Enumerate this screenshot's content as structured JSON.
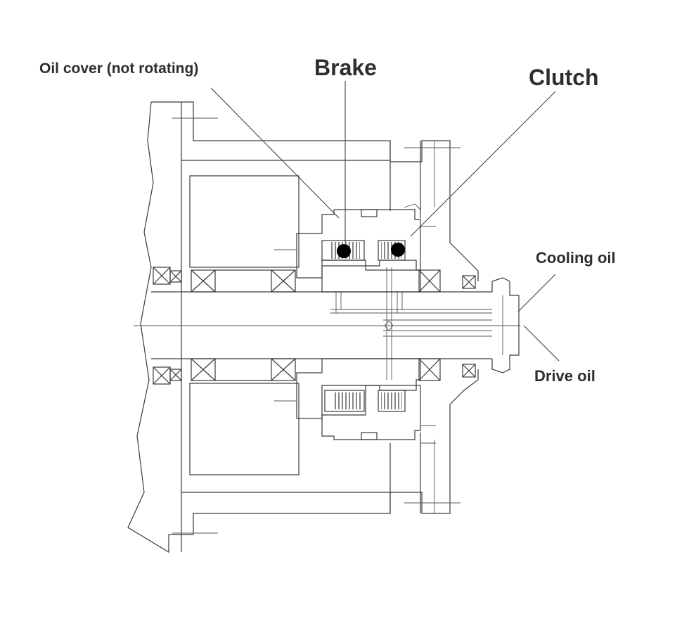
{
  "labels": {
    "oil_cover": "Oil cover (not rotating)",
    "brake": "Brake",
    "clutch": "Clutch",
    "cooling_oil": "Cooling oil",
    "drive_oil": "Drive oil"
  },
  "colors": {
    "line": "#3a3a3a",
    "text": "#2e2e2e",
    "marker": "#000000",
    "background": "#ffffff"
  }
}
